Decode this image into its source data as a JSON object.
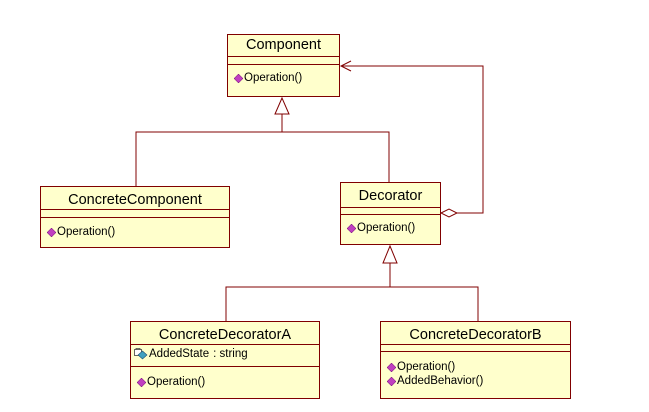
{
  "colors": {
    "class_fill": "#ffffcc",
    "class_border": "#800000",
    "relationship_line": "#800000",
    "operation_icon": "#c040c0",
    "attribute_icon": "#40a0c0"
  },
  "classes": {
    "component": {
      "name": "Component",
      "operations": [
        "Operation()"
      ]
    },
    "concrete_component": {
      "name": "ConcreteComponent",
      "operations": [
        "Operation()"
      ]
    },
    "decorator": {
      "name": "Decorator",
      "operations": [
        "Operation()"
      ]
    },
    "concrete_decorator_a": {
      "name": "ConcreteDecoratorA",
      "attributes": [
        {
          "name": "AddedState",
          "type": ": string",
          "icon": "protected-attribute-icon"
        }
      ],
      "operations": [
        "Operation()"
      ]
    },
    "concrete_decorator_b": {
      "name": "ConcreteDecoratorB",
      "operations": [
        "Operation()",
        "AddedBehavior()"
      ]
    }
  },
  "relationships": [
    {
      "type": "generalization",
      "from": "ConcreteComponent",
      "to": "Component"
    },
    {
      "type": "generalization",
      "from": "Decorator",
      "to": "Component"
    },
    {
      "type": "aggregation",
      "from": "Decorator",
      "to": "Component"
    },
    {
      "type": "generalization",
      "from": "ConcreteDecoratorA",
      "to": "Decorator"
    },
    {
      "type": "generalization",
      "from": "ConcreteDecoratorB",
      "to": "Decorator"
    }
  ]
}
